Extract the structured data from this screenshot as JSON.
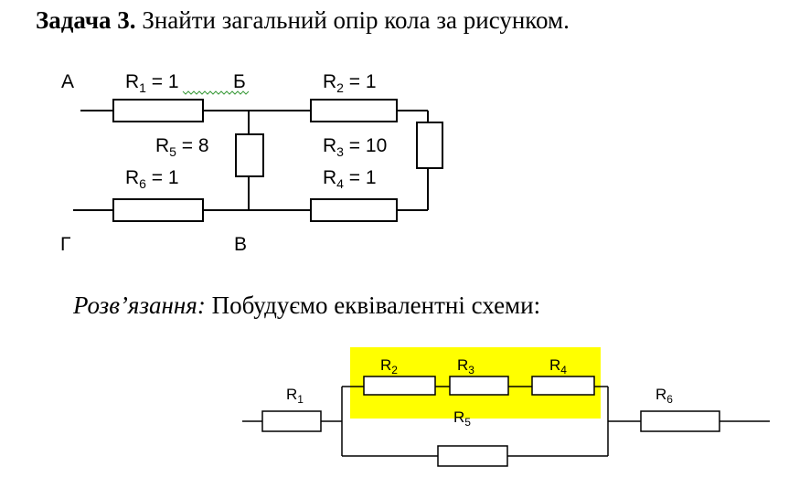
{
  "task": {
    "heading": "Задача 3.",
    "text": " Знайти загальний опір кола за рисунком."
  },
  "circuit1": {
    "nodes": {
      "A": "А",
      "B": "Б",
      "G": "Г",
      "V": "В"
    },
    "r1": {
      "letter": "R",
      "sub": "1",
      "value": " = 1"
    },
    "r2": {
      "letter": "R",
      "sub": "2",
      "value": " = 1"
    },
    "r3": {
      "letter": "R",
      "sub": "3",
      "value": " = 10"
    },
    "r4": {
      "letter": "R",
      "sub": "4",
      "value": " = 1"
    },
    "r5": {
      "letter": "R",
      "sub": "5",
      "value": " = 8"
    },
    "r6": {
      "letter": "R",
      "sub": "6",
      "value": " = 1"
    }
  },
  "solution": {
    "label": "Розв’язання:",
    "text": " Побудуємо еквівалентні схеми:"
  },
  "circuit2": {
    "highlight_color": "#ffff00",
    "r1": {
      "letter": "R",
      "sub": "1"
    },
    "r2": {
      "letter": "R",
      "sub": "2"
    },
    "r3": {
      "letter": "R",
      "sub": "3"
    },
    "r4": {
      "letter": "R",
      "sub": "4"
    },
    "r5": {
      "letter": "R",
      "sub": "5"
    },
    "r6": {
      "letter": "R",
      "sub": "6"
    }
  }
}
